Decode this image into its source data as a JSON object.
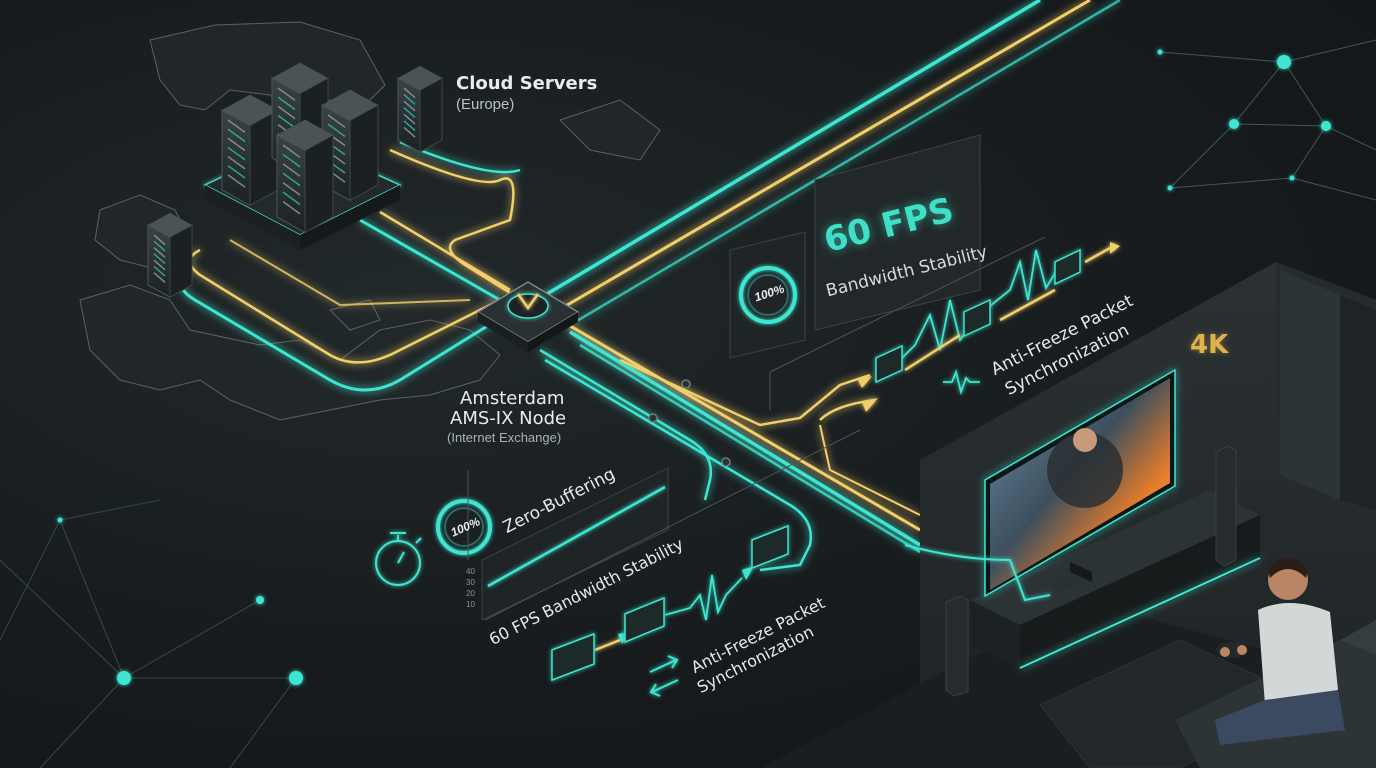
{
  "colors": {
    "teal": "#3ee6d0",
    "gold": "#f2cf6a",
    "background": "#161a1c"
  },
  "cloud": {
    "title": "Cloud Servers",
    "subtitle": "(Europe)"
  },
  "node": {
    "title_line1": "Amsterdam",
    "title_line2": "AMS-IX Node",
    "subtitle": "(Internet Exchange)"
  },
  "top_panel": {
    "ring_value": "100%",
    "fps_title": "60 FPS",
    "fps_subtitle": "Bandwidth Stability",
    "packet_line1": "Anti-Freeze Packet",
    "packet_line2": "Synchronization"
  },
  "bottom_panel": {
    "ring_value": "100%",
    "zero_buffering": "Zero-Buffering",
    "fps_label": "60 FPS Bandwidth Stability",
    "axis_ticks": [
      "40",
      "30",
      "20",
      "10"
    ],
    "packet_line1": "Anti-Freeze Packet",
    "packet_line2": "Synchronization"
  },
  "tv": {
    "badge": "4K"
  },
  "icons": {
    "stopwatch": "stopwatch-icon",
    "sync": "sync-arrows-icon",
    "wave": "waveform-icon",
    "download": "chevron-down-icon"
  }
}
